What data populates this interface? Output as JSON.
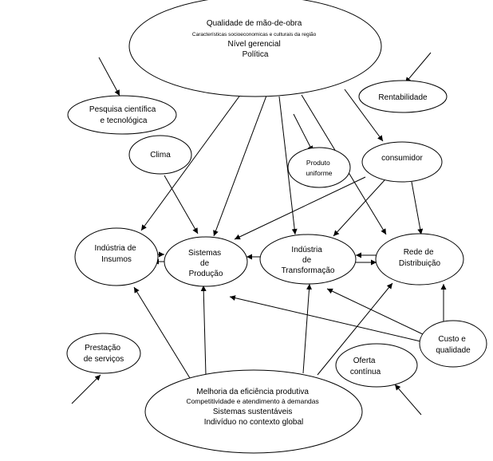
{
  "nodes": {
    "qualidade": {
      "lines": [
        "Qualidade de mão-de-obra",
        "Características socioeconomicas e culturais da região",
        "Nível gerencial",
        "Política"
      ]
    },
    "pesquisa": {
      "lines": [
        "Pesquisa científica",
        "e tecnológica"
      ]
    },
    "rentabilidade": {
      "lines": [
        "Rentabilidade"
      ]
    },
    "clima": {
      "lines": [
        "Clima"
      ]
    },
    "produto_uniforme": {
      "lines": [
        "Produto",
        "uniforme"
      ]
    },
    "consumidor": {
      "lines": [
        "consumidor"
      ]
    },
    "industria_insumos": {
      "lines": [
        "Indústria de",
        "Insumos"
      ]
    },
    "sistemas_producao": {
      "lines": [
        "Sistemas",
        "de",
        "Produção"
      ]
    },
    "industria_transformacao": {
      "lines": [
        "Indústria",
        "de",
        "Transformação"
      ]
    },
    "rede_distribuicao": {
      "lines": [
        "Rede de",
        "Distribuição"
      ]
    },
    "custo_qualidade": {
      "lines": [
        "Custo e",
        "qualidade"
      ]
    },
    "prestacao_servicos": {
      "lines": [
        "Prestação",
        "de serviços"
      ]
    },
    "oferta_continua": {
      "lines": [
        "Oferta",
        "contínua"
      ]
    },
    "melhoria": {
      "lines": [
        "Melhoria da eficiência produtiva",
        "Competitividade e atendimento à demandas",
        "Sistemas sustentáveis",
        "Indivíduo no contexto global"
      ]
    }
  }
}
